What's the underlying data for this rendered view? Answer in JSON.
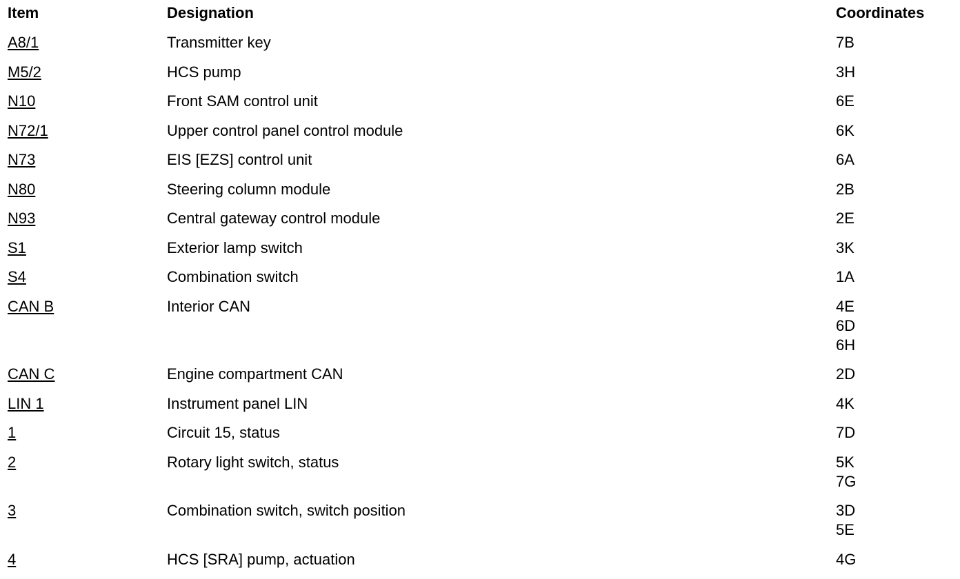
{
  "header": {
    "item": "Item",
    "designation": "Designation",
    "coordinates": "Coordinates"
  },
  "rows": [
    {
      "item": "A8/1",
      "designation": "Transmitter key",
      "coordinates": [
        "7B"
      ]
    },
    {
      "item": "M5/2",
      "designation": "HCS pump",
      "coordinates": [
        "3H"
      ]
    },
    {
      "item": "N10",
      "designation": "Front SAM control unit",
      "coordinates": [
        "6E"
      ]
    },
    {
      "item": "N72/1",
      "designation": "Upper control panel control module",
      "coordinates": [
        "6K"
      ]
    },
    {
      "item": "N73",
      "designation": "EIS [EZS] control unit",
      "coordinates": [
        "6A"
      ]
    },
    {
      "item": "N80",
      "designation": "Steering column module",
      "coordinates": [
        "2B"
      ]
    },
    {
      "item": "N93",
      "designation": "Central gateway control module",
      "coordinates": [
        "2E"
      ]
    },
    {
      "item": "S1",
      "designation": "Exterior lamp switch",
      "coordinates": [
        "3K"
      ]
    },
    {
      "item": "S4",
      "designation": "Combination switch",
      "coordinates": [
        "1A"
      ]
    },
    {
      "item": "CAN B",
      "designation": "Interior CAN",
      "coordinates": [
        "4E",
        "6D",
        "6H"
      ]
    },
    {
      "item": "CAN C",
      "designation": "Engine compartment CAN",
      "coordinates": [
        "2D"
      ]
    },
    {
      "item": "LIN 1",
      "designation": "Instrument panel LIN",
      "coordinates": [
        "4K"
      ]
    },
    {
      "item": "1",
      "designation": "Circuit 15, status",
      "coordinates": [
        "7D"
      ]
    },
    {
      "item": "2",
      "designation": "Rotary light switch, status",
      "coordinates": [
        "5K",
        "7G"
      ]
    },
    {
      "item": "3",
      "designation": "Combination switch, switch position",
      "coordinates": [
        "3D",
        "5E"
      ]
    },
    {
      "item": "4",
      "designation": "HCS [SRA] pump, actuation",
      "coordinates": [
        "4G"
      ]
    }
  ]
}
